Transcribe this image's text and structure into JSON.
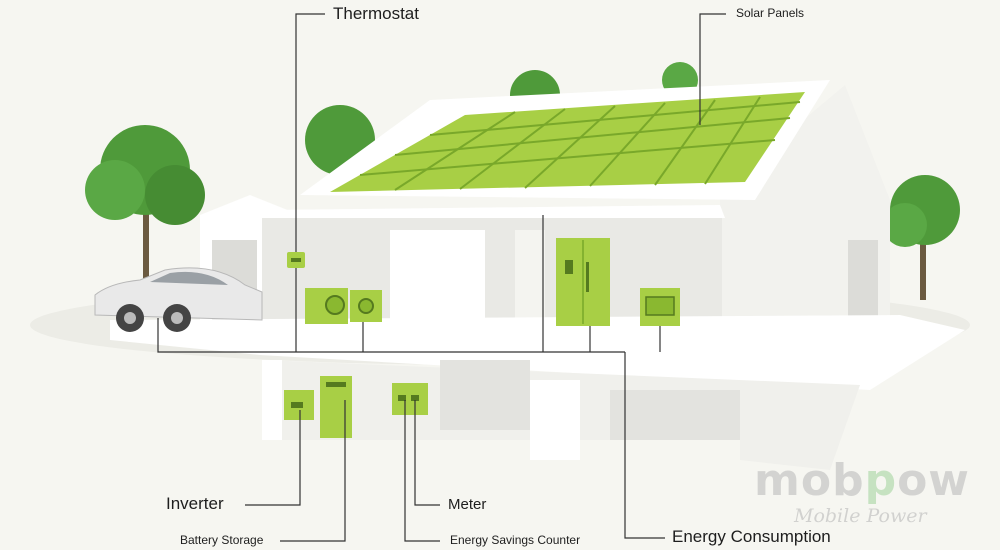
{
  "labels": {
    "thermostat": "Thermostat",
    "solar_panels": "Solar Panels",
    "inverter": "Inverter",
    "battery_storage": "Battery Storage",
    "meter": "Meter",
    "energy_savings_counter": "Energy Savings Counter",
    "energy_consumption": "Energy Consumption"
  },
  "logo": {
    "brand_parts": [
      "mob",
      "p",
      "ow"
    ],
    "tagline": "Mobile Power"
  },
  "colors": {
    "accent_green": "#a8cf45",
    "panel_dark": "#79a82a",
    "house_white": "#ffffff",
    "wall_shade": "#e6e6e2",
    "tree_green": "#4f9a3a",
    "line": "#333333"
  }
}
